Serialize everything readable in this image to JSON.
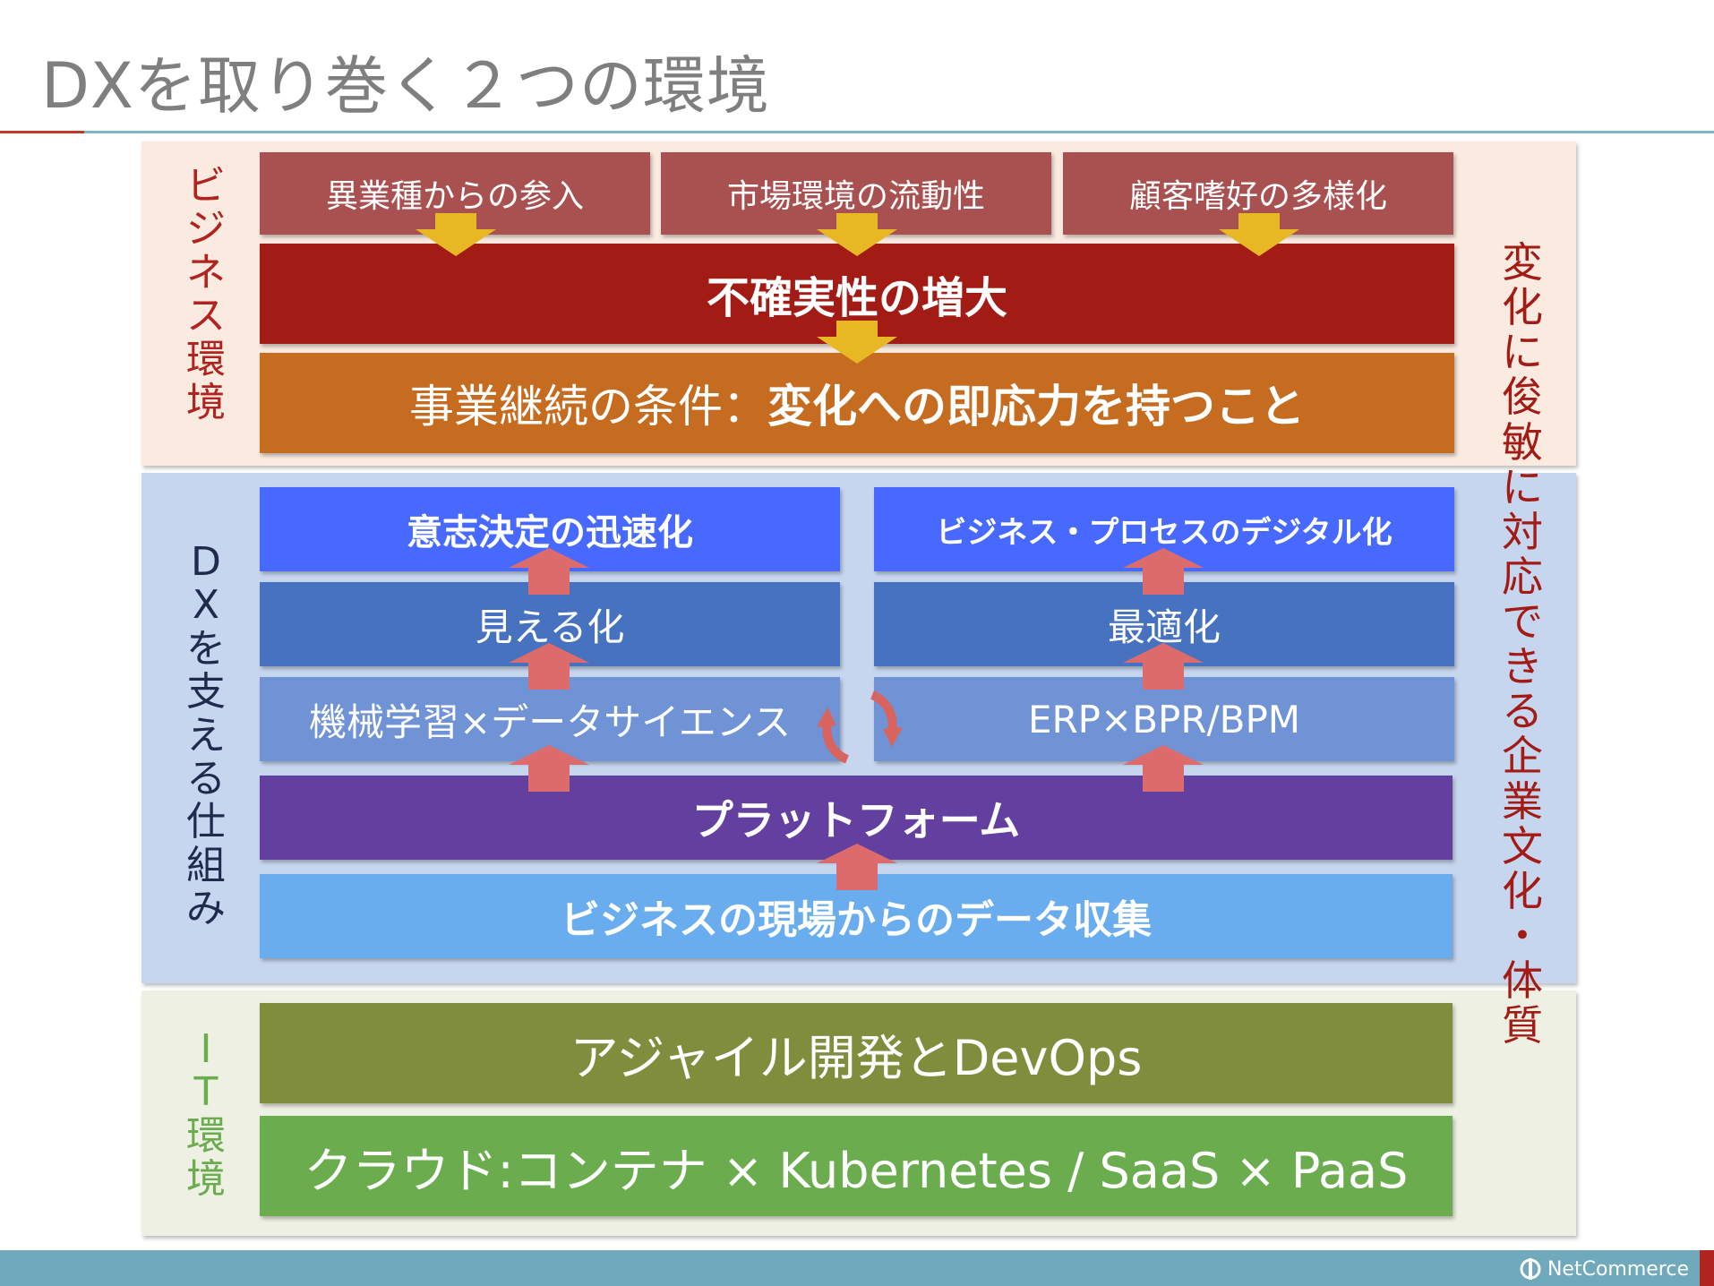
{
  "title": "DXを取り巻く２つの環境",
  "sections": {
    "business": {
      "label": [
        "ビ",
        "ジ",
        "ネ",
        "ス",
        "環",
        "境"
      ],
      "sources": [
        "異業種からの参入",
        "市場環境の流動性",
        "顧客嗜好の多様化"
      ],
      "uncertainty": "不確実性の増大",
      "condition_prefix": "事業継続の条件：",
      "condition_bold": "変化への即応力を持つこと"
    },
    "dx": {
      "label": [
        "D",
        "X",
        "を",
        "支",
        "え",
        "る",
        "仕",
        "組",
        "み"
      ],
      "left_top": "意志決定の迅速化",
      "left_mid": "見える化",
      "left_low": "機械学習×データサイエンス",
      "right_top": "ビジネス・プロセスのデジタル化",
      "right_mid": "最適化",
      "right_low": "ERP×BPR/BPM",
      "platform": "プラットフォーム",
      "collection": "ビジネスの現場からのデータ収集"
    },
    "it": {
      "label": [
        "I",
        "T",
        "環",
        "境"
      ],
      "agile": "アジャイル開発とDevOps",
      "cloud": "クラウド:コンテナ × Kubernetes / SaaS × PaaS"
    }
  },
  "side_label": [
    "変",
    "化",
    "に",
    "俊",
    "敏",
    "に",
    "対",
    "応",
    "で",
    "き",
    "る",
    "企",
    "業",
    "文",
    "化",
    "・",
    "体",
    "質"
  ],
  "footer": {
    "logo_text": "NetCommerce",
    "logo_icon": "netcommerce-logo-icon"
  },
  "colors": {
    "arrow_down": "#e8b824",
    "arrow_up": "#de6b6b",
    "cycle": "#d9635f",
    "business_label": "#b0231e",
    "dx_label": "#1f2a4d",
    "it_label": "#6aac4e",
    "side_label": "#a31b15"
  }
}
